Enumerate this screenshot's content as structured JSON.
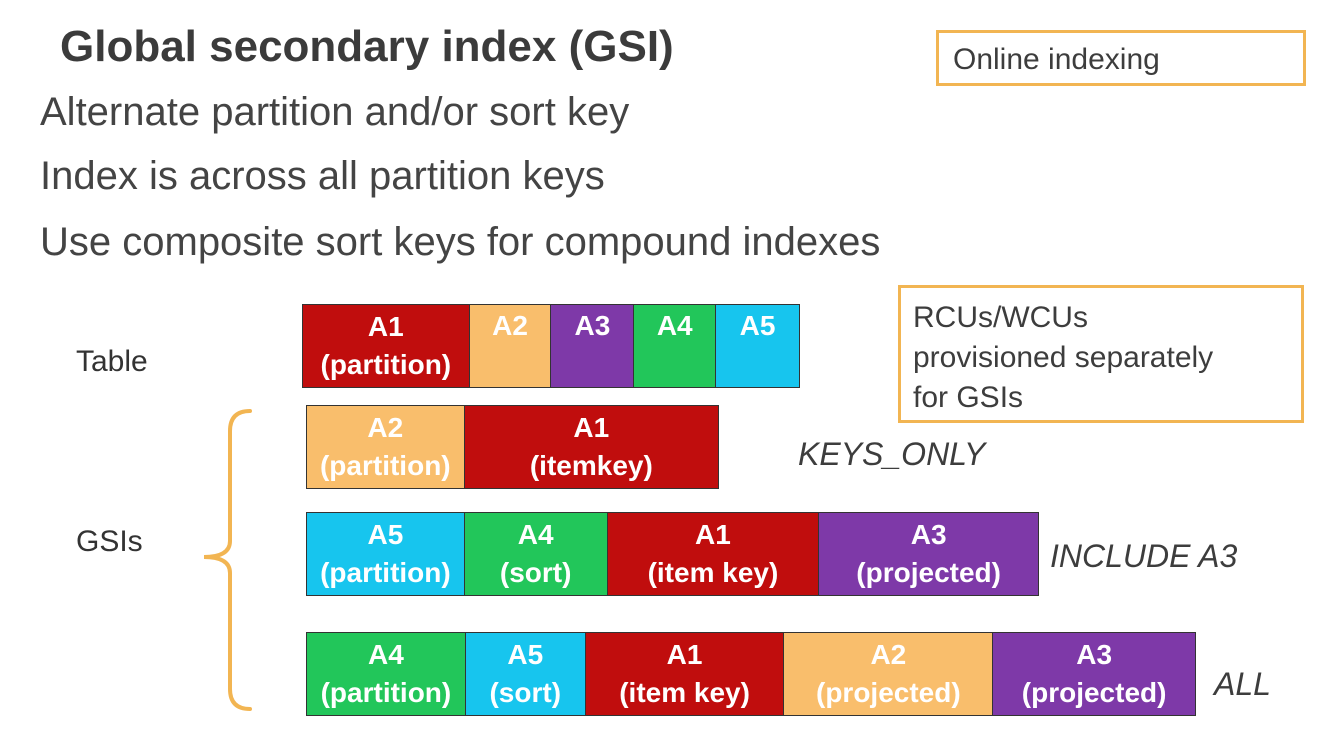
{
  "title": "Global secondary index (GSI)",
  "bullets": [
    "Alternate partition and/or sort key",
    "Index is across all partition keys",
    "Use composite sort keys for compound indexes"
  ],
  "callouts": {
    "online": "Online indexing",
    "rcu": [
      "RCUs/WCUs",
      "provisioned separately",
      "for GSIs"
    ]
  },
  "labels": {
    "table": "Table",
    "gsis": "GSIs"
  },
  "colors": {
    "red": "#c00d0d",
    "orange": "#f9be6c",
    "purple": "#7e39a8",
    "green": "#22c65a",
    "cyan": "#17c5ee",
    "bracket": "#f2b552"
  },
  "table": [
    {
      "name": "A1",
      "role": "(partition)",
      "color": "red"
    },
    {
      "name": "A2",
      "role": "",
      "color": "orange"
    },
    {
      "name": "A3",
      "role": "",
      "color": "purple"
    },
    {
      "name": "A4",
      "role": "",
      "color": "green"
    },
    {
      "name": "A5",
      "role": "",
      "color": "cyan"
    }
  ],
  "gsis": [
    {
      "projection": "KEYS_ONLY",
      "cells": [
        {
          "name": "A2",
          "role": "(partition)",
          "color": "orange"
        },
        {
          "name": "A1",
          "role": "(itemkey)",
          "color": "red"
        }
      ]
    },
    {
      "projection": "INCLUDE A3",
      "cells": [
        {
          "name": "A5",
          "role": "(partition)",
          "color": "cyan"
        },
        {
          "name": "A4",
          "role": "(sort)",
          "color": "green"
        },
        {
          "name": "A1",
          "role": "(item key)",
          "color": "red"
        },
        {
          "name": "A3",
          "role": "(projected)",
          "color": "purple"
        }
      ]
    },
    {
      "projection": "ALL",
      "cells": [
        {
          "name": "A4",
          "role": "(partition)",
          "color": "green"
        },
        {
          "name": "A5",
          "role": "(sort)",
          "color": "cyan"
        },
        {
          "name": "A1",
          "role": "(item key)",
          "color": "red"
        },
        {
          "name": "A2",
          "role": "(projected)",
          "color": "orange"
        },
        {
          "name": "A3",
          "role": "(projected)",
          "color": "purple"
        }
      ]
    }
  ]
}
